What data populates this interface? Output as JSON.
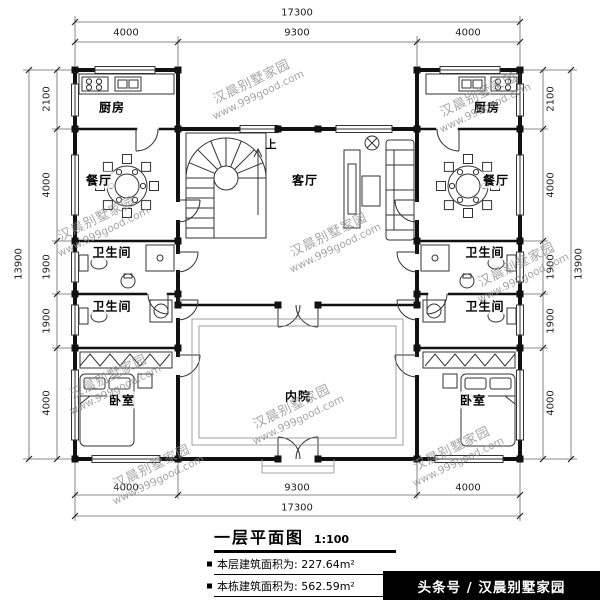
{
  "dimensions": {
    "top_total": "17300",
    "top_segments": [
      "4000",
      "9300",
      "4000"
    ],
    "bottom_segments": [
      "4000",
      "9300",
      "4000"
    ],
    "bottom_total": "17300",
    "left_total": "13900",
    "left_segments": [
      "2100",
      "4000",
      "1900",
      "1900",
      "4000"
    ],
    "right_segments": [
      "2100",
      "4000",
      "1900",
      "1900",
      "4000"
    ],
    "right_total": "13900"
  },
  "rooms": {
    "kitchen": "厨房",
    "dining": "餐厅",
    "living": "客厅",
    "bathroom": "卫生间",
    "bedroom": "卧室",
    "courtyard": "内院",
    "stairs_up": "上"
  },
  "title_block": {
    "title": "一层平面图",
    "scale": "1:100",
    "floor_area_label": "本层建筑面积为:",
    "floor_area_value": "227.64m²",
    "building_area_label": "本栋建筑面积为:",
    "building_area_value": "562.59m²"
  },
  "badge": {
    "text": "头条号 / 汉晨别墅家园"
  },
  "watermark": {
    "line1": "汉晨别墅家园",
    "line2": "www.999good.com"
  },
  "colors": {
    "wall": "#111111",
    "dim_line": "#666666",
    "watermark": "#8f8f8f",
    "badge_bg": "#000000",
    "badge_text": "#ffffff"
  }
}
